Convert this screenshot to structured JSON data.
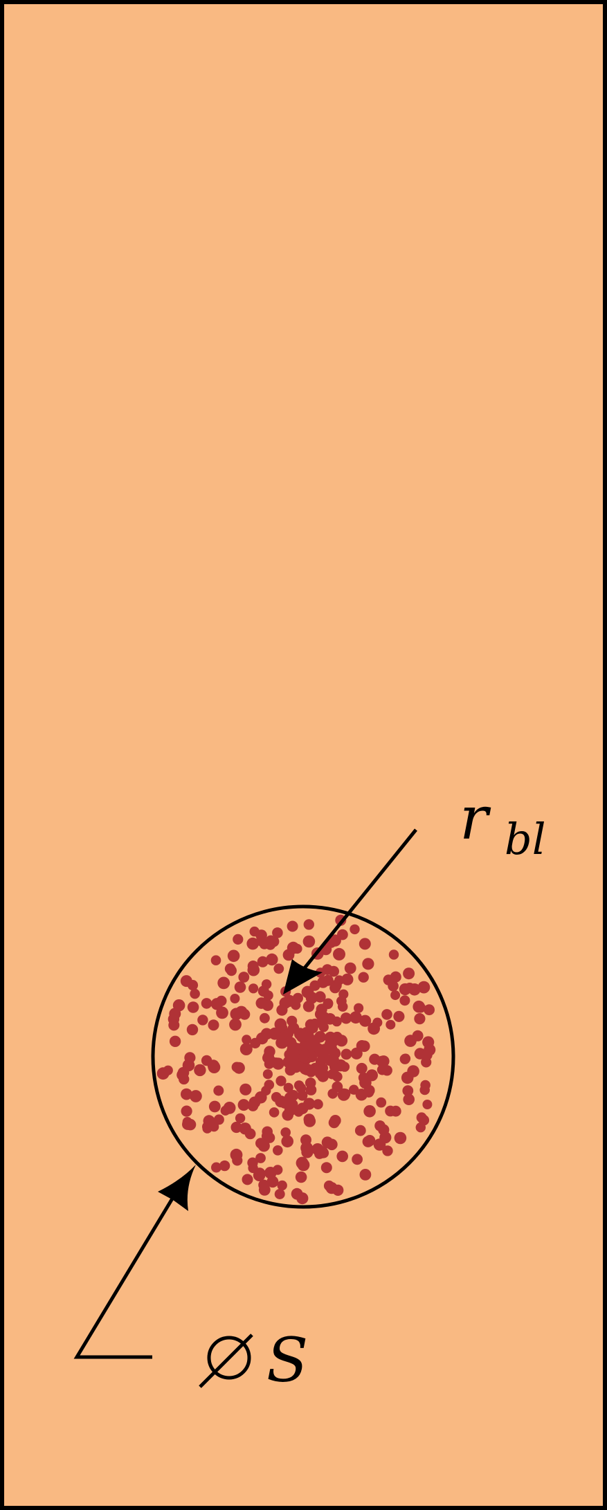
{
  "colors": {
    "background": "#f9b982",
    "border": "#000000",
    "dots": "#b03236",
    "outline": "#000000"
  },
  "labels": {
    "radius_symbol": "r",
    "radius_subscript": "bl",
    "diameter_symbol": "∅",
    "diameter_name": "S"
  },
  "icons": {
    "dimension_arrow": "arrow-icon"
  }
}
